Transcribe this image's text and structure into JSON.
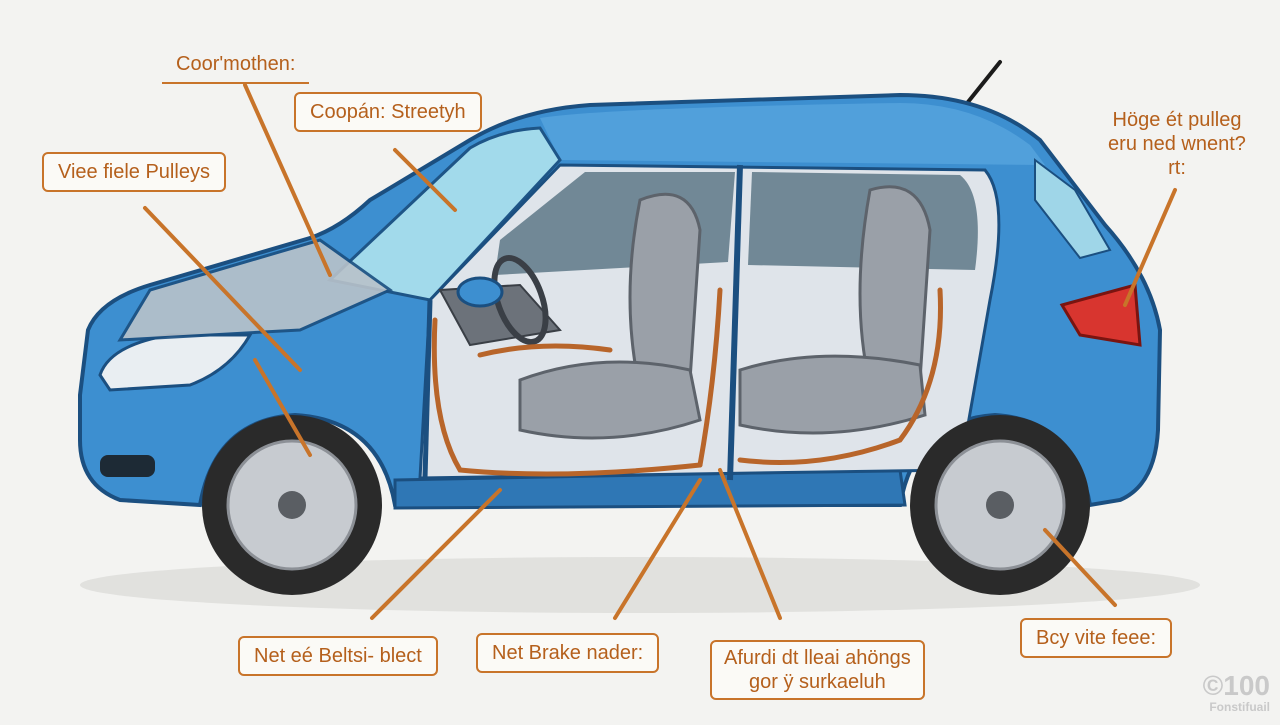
{
  "colors": {
    "background": "#f3f3f1",
    "car_body": "#3d8fd0",
    "car_body_dark": "#1f5e97",
    "accent_orange": "#c8742a",
    "label_text": "#b5601c",
    "seat_gray": "#8a8f98",
    "tire": "#2a2a2a",
    "rim": "#c7cbd0"
  },
  "labels": {
    "top_left_1": "Coor'mothen:",
    "top_left_2": "Coopán: Streetyh",
    "left_mid": "Viee fiele Pulleys",
    "top_right_line1": "Höge ét pulleg",
    "top_right_line2": "eru ned wnent?",
    "top_right_line3": "rt:",
    "bottom_1": "Net eé Beltsi- blect",
    "bottom_2": "Net Brake nader:",
    "bottom_3_line1": "Afurdi dt lleai ahöngs",
    "bottom_3_line2": "gor ÿ surkaeluh",
    "bottom_right": "Bcy vite feee:"
  },
  "watermark": {
    "line1": "©100",
    "line2": "Fonstifuail"
  }
}
